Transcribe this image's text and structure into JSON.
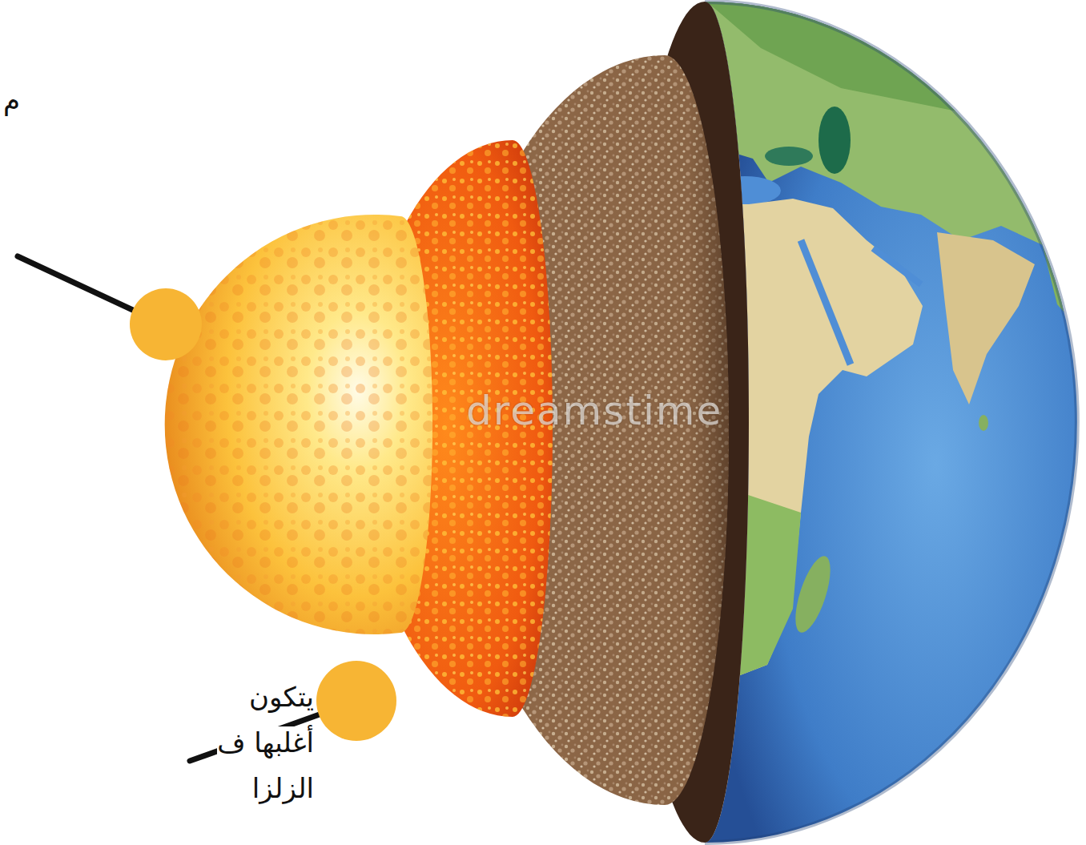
{
  "diagram": {
    "labels": [
      "م",
      "يتكون أغلبها ف الزلزا",
      "dreamstime"
    ]
  }
}
